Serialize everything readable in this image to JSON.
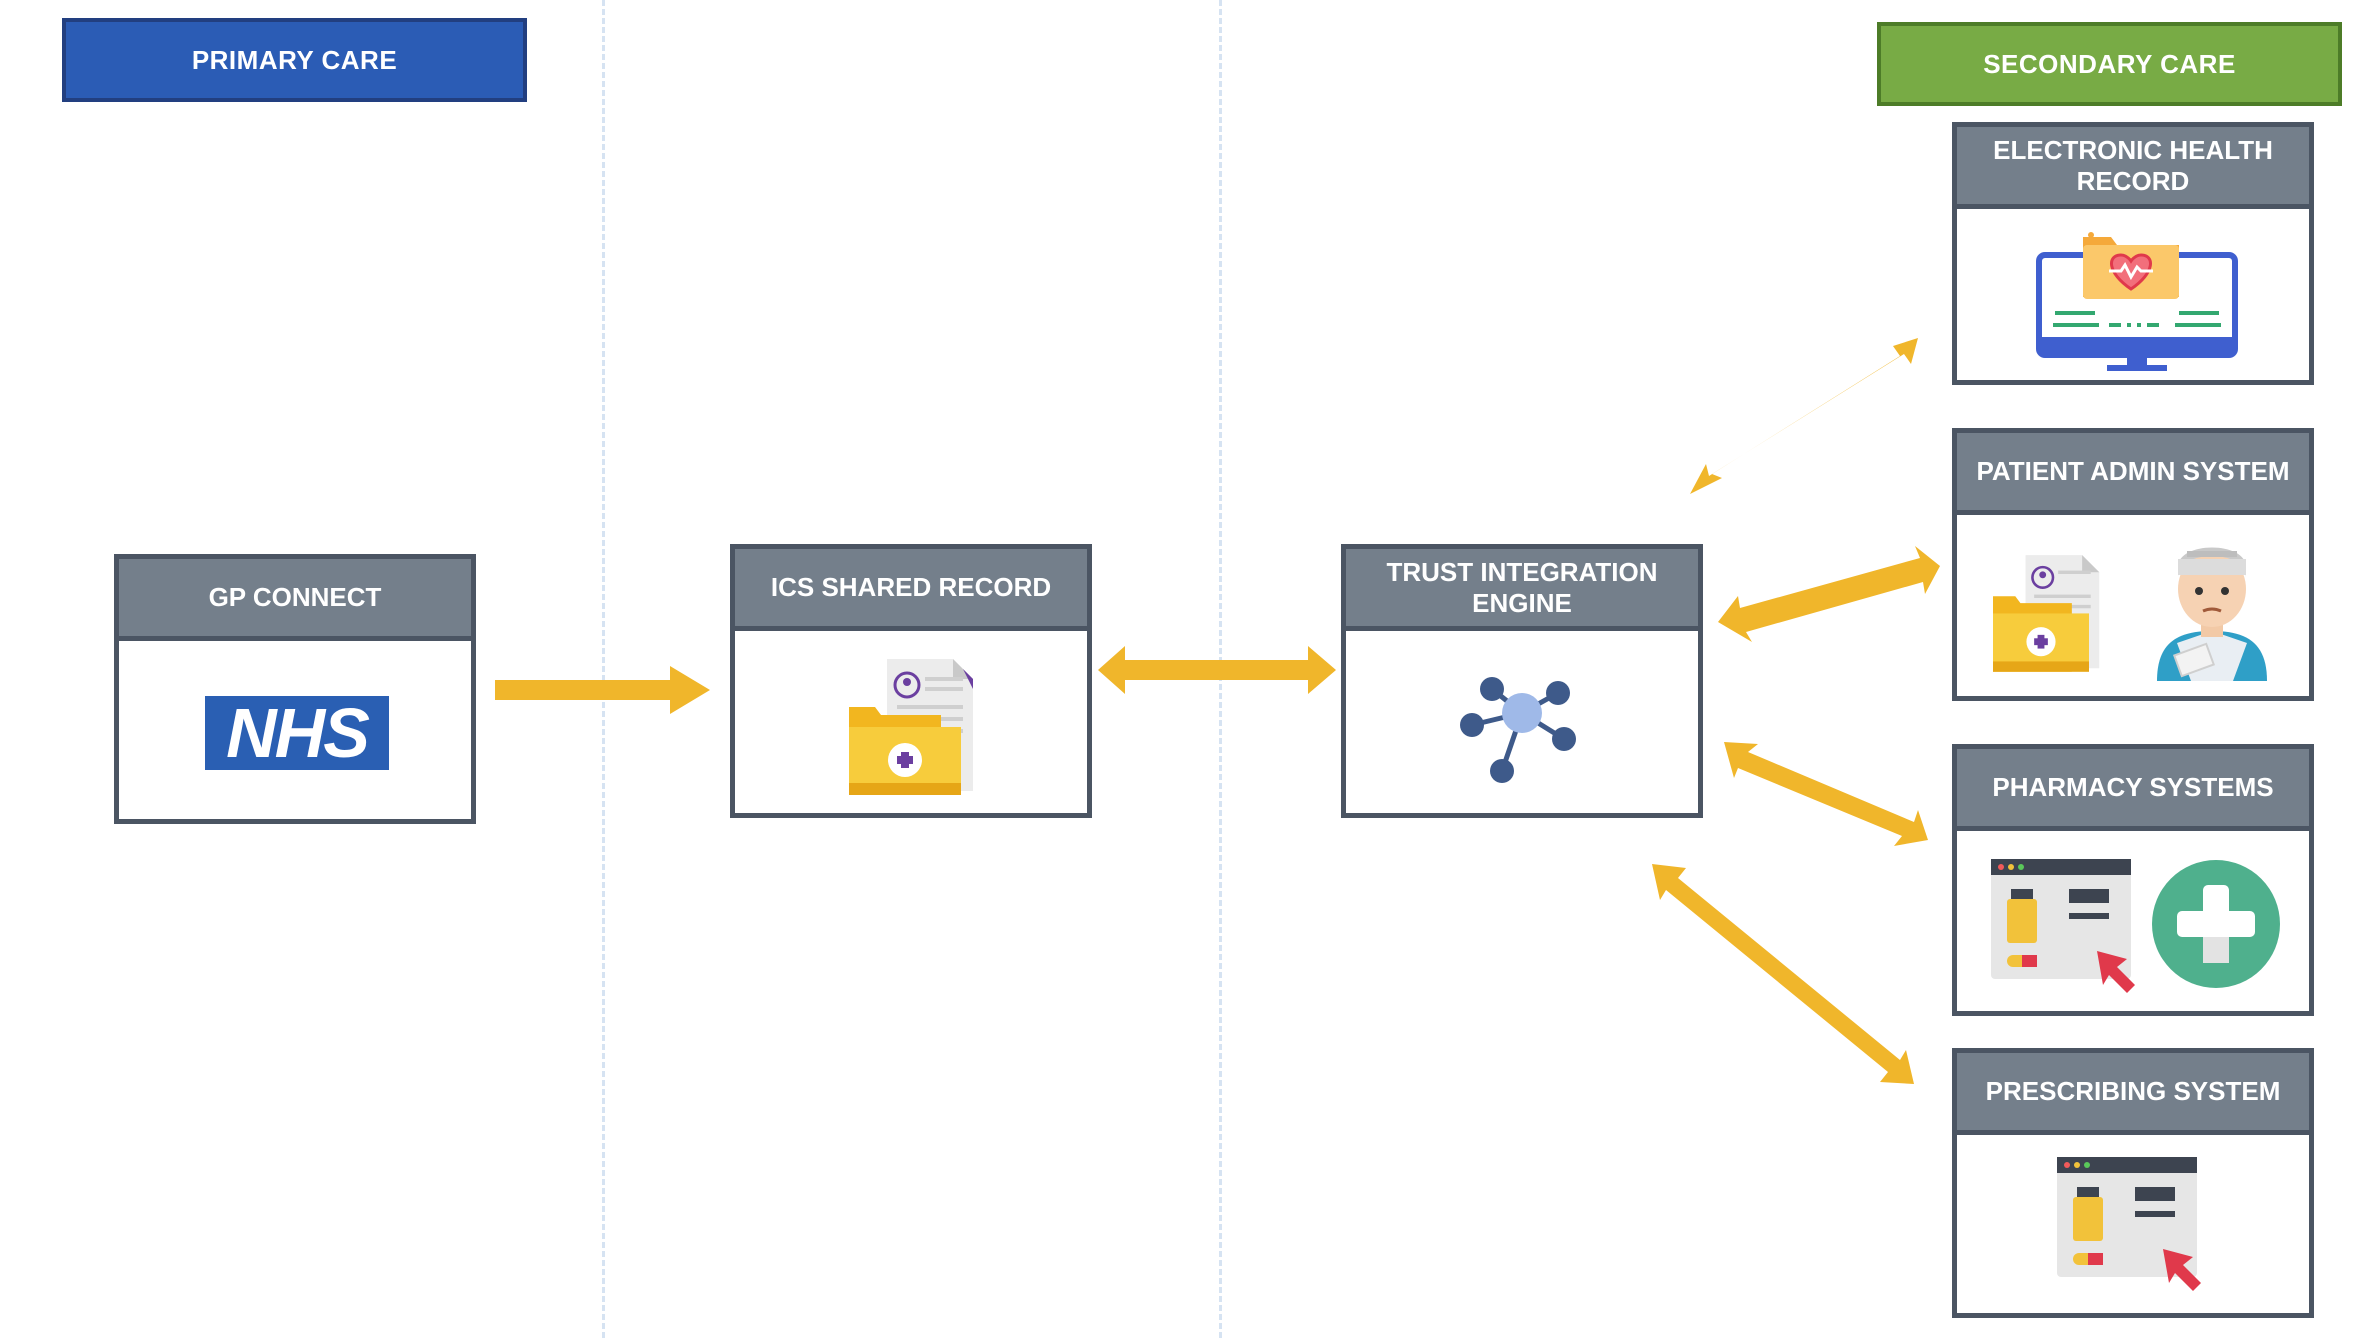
{
  "headers": {
    "primary_care": "PRIMARY CARE",
    "secondary_care": "SECONDARY CARE"
  },
  "cards": {
    "gp_connect": {
      "title": "GP CONNECT",
      "logo_text": "NHS"
    },
    "ics_shared_record": {
      "title": "ICS SHARED RECORD"
    },
    "trust_integration_engine": {
      "title": "TRUST INTEGRATION ENGINE"
    },
    "electronic_health_record": {
      "title": "ELECTRONIC HEALTH RECORD"
    },
    "patient_admin_system": {
      "title": "PATIENT ADMIN SYSTEM"
    },
    "pharmacy_systems": {
      "title": "PHARMACY SYSTEMS"
    },
    "prescribing_system": {
      "title": "PRESCRIBING SYSTEM"
    }
  },
  "colors": {
    "primary_care": "#2b5cb5",
    "secondary_care": "#78ab45",
    "card_header": "#747f8b",
    "arrow": "#f0b62b",
    "nhs_blue": "#2a5fb3"
  },
  "connections": [
    {
      "from": "gp_connect",
      "to": "ics_shared_record",
      "direction": "one-way"
    },
    {
      "from": "ics_shared_record",
      "to": "trust_integration_engine",
      "direction": "two-way"
    },
    {
      "from": "trust_integration_engine",
      "to": "electronic_health_record",
      "direction": "two-way"
    },
    {
      "from": "trust_integration_engine",
      "to": "patient_admin_system",
      "direction": "two-way"
    },
    {
      "from": "trust_integration_engine",
      "to": "pharmacy_systems",
      "direction": "two-way"
    },
    {
      "from": "trust_integration_engine",
      "to": "prescribing_system",
      "direction": "two-way"
    }
  ]
}
